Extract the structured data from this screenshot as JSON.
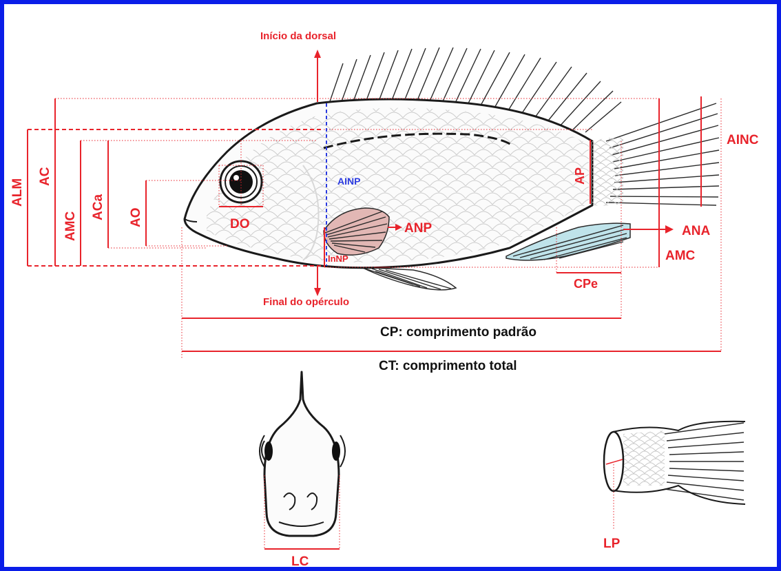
{
  "colors": {
    "frame": "#0a1de8",
    "measure": "#e8232b",
    "dorsal_line": "#2b3be0",
    "text": "#111111",
    "pectoral_fin": "#e2b7b4",
    "anal_fin": "#bfe3ea"
  },
  "labels": {
    "inicio_dorsal": "Início da dorsal",
    "final_operculo": "Final do opérculo",
    "ainp": "AINP",
    "alm": "ALM",
    "ac": "AC",
    "amc_left": "AMC",
    "aca": "ACa",
    "ao": "AO",
    "do": "DO",
    "anp": "ANP",
    "innp": "InNP",
    "ap": "AP",
    "ainc": "AINC",
    "ana": "ANA",
    "amc_right": "AMC",
    "cpe": "CPe",
    "cp": "CP: comprimento padrão",
    "ct": "CT: comprimento total",
    "lc": "LC",
    "lp": "LP"
  }
}
